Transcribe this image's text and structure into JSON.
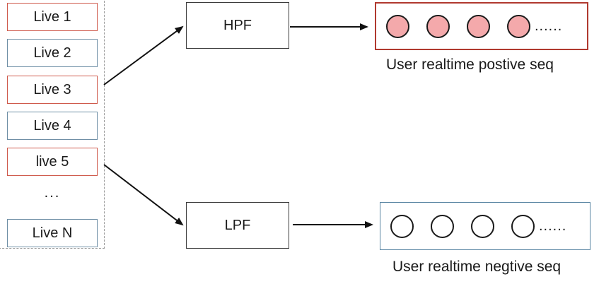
{
  "live_list": {
    "items": [
      {
        "label": "Live 1",
        "kind": "positive"
      },
      {
        "label": "Live 2",
        "kind": "negative"
      },
      {
        "label": "Live 3",
        "kind": "positive"
      },
      {
        "label": "Live 4",
        "kind": "negative"
      },
      {
        "label": "live 5",
        "kind": "positive"
      }
    ],
    "ellipsis": "...",
    "last": {
      "label": "Live N",
      "kind": "negative"
    }
  },
  "filters": {
    "hpf": "HPF",
    "lpf": "LPF"
  },
  "sequences": {
    "positive": {
      "ellipsis": "......",
      "caption": "User realtime postive seq",
      "dot_count": 4
    },
    "negative": {
      "ellipsis": "......",
      "caption": "User realtime negtive seq",
      "dot_count": 4
    }
  },
  "colors": {
    "positive_border": "#cf5a4c",
    "negative_border": "#6f8fa6",
    "positive_fill": "#f4a9ab"
  }
}
